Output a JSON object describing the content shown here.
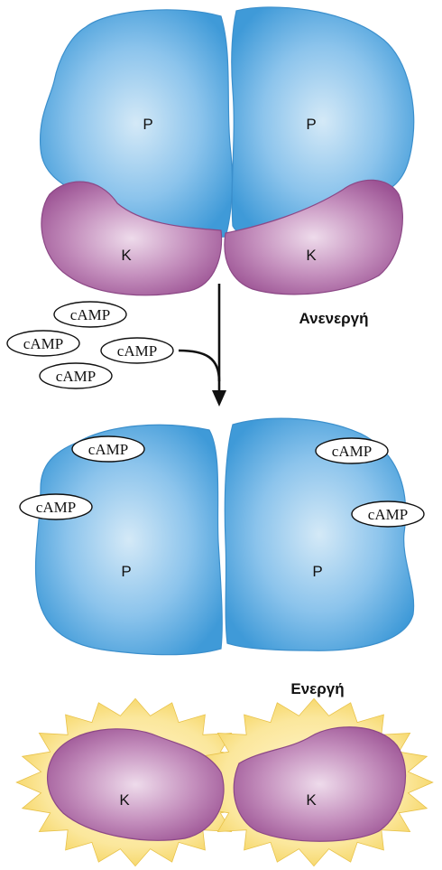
{
  "inactive_complex": {
    "status": "Ανενεργή",
    "regulatory_subunits": [
      {
        "label": "P"
      },
      {
        "label": "P"
      }
    ],
    "catalytic_subunits": [
      {
        "label": "K"
      },
      {
        "label": "K"
      }
    ]
  },
  "free_camp": [
    {
      "label": "cAMP"
    },
    {
      "label": "cAMP"
    },
    {
      "label": "cAMP"
    },
    {
      "label": "cAMP"
    }
  ],
  "active_state": {
    "status": "Ενεργή",
    "regulatory_subunits": [
      {
        "label": "P",
        "bound_camp": [
          "cAMP",
          "cAMP"
        ]
      },
      {
        "label": "P",
        "bound_camp": [
          "cAMP",
          "cAMP"
        ]
      }
    ],
    "catalytic_subunits": [
      {
        "label": "K"
      },
      {
        "label": "K"
      }
    ]
  },
  "colors": {
    "regulatory": "#3f9ad8",
    "regulatory_light": "#d4e9f7",
    "catalytic": "#9c5394",
    "catalytic_light": "#eedbeb",
    "glow": "#f5d35c",
    "glow_light": "#fff6d2"
  }
}
